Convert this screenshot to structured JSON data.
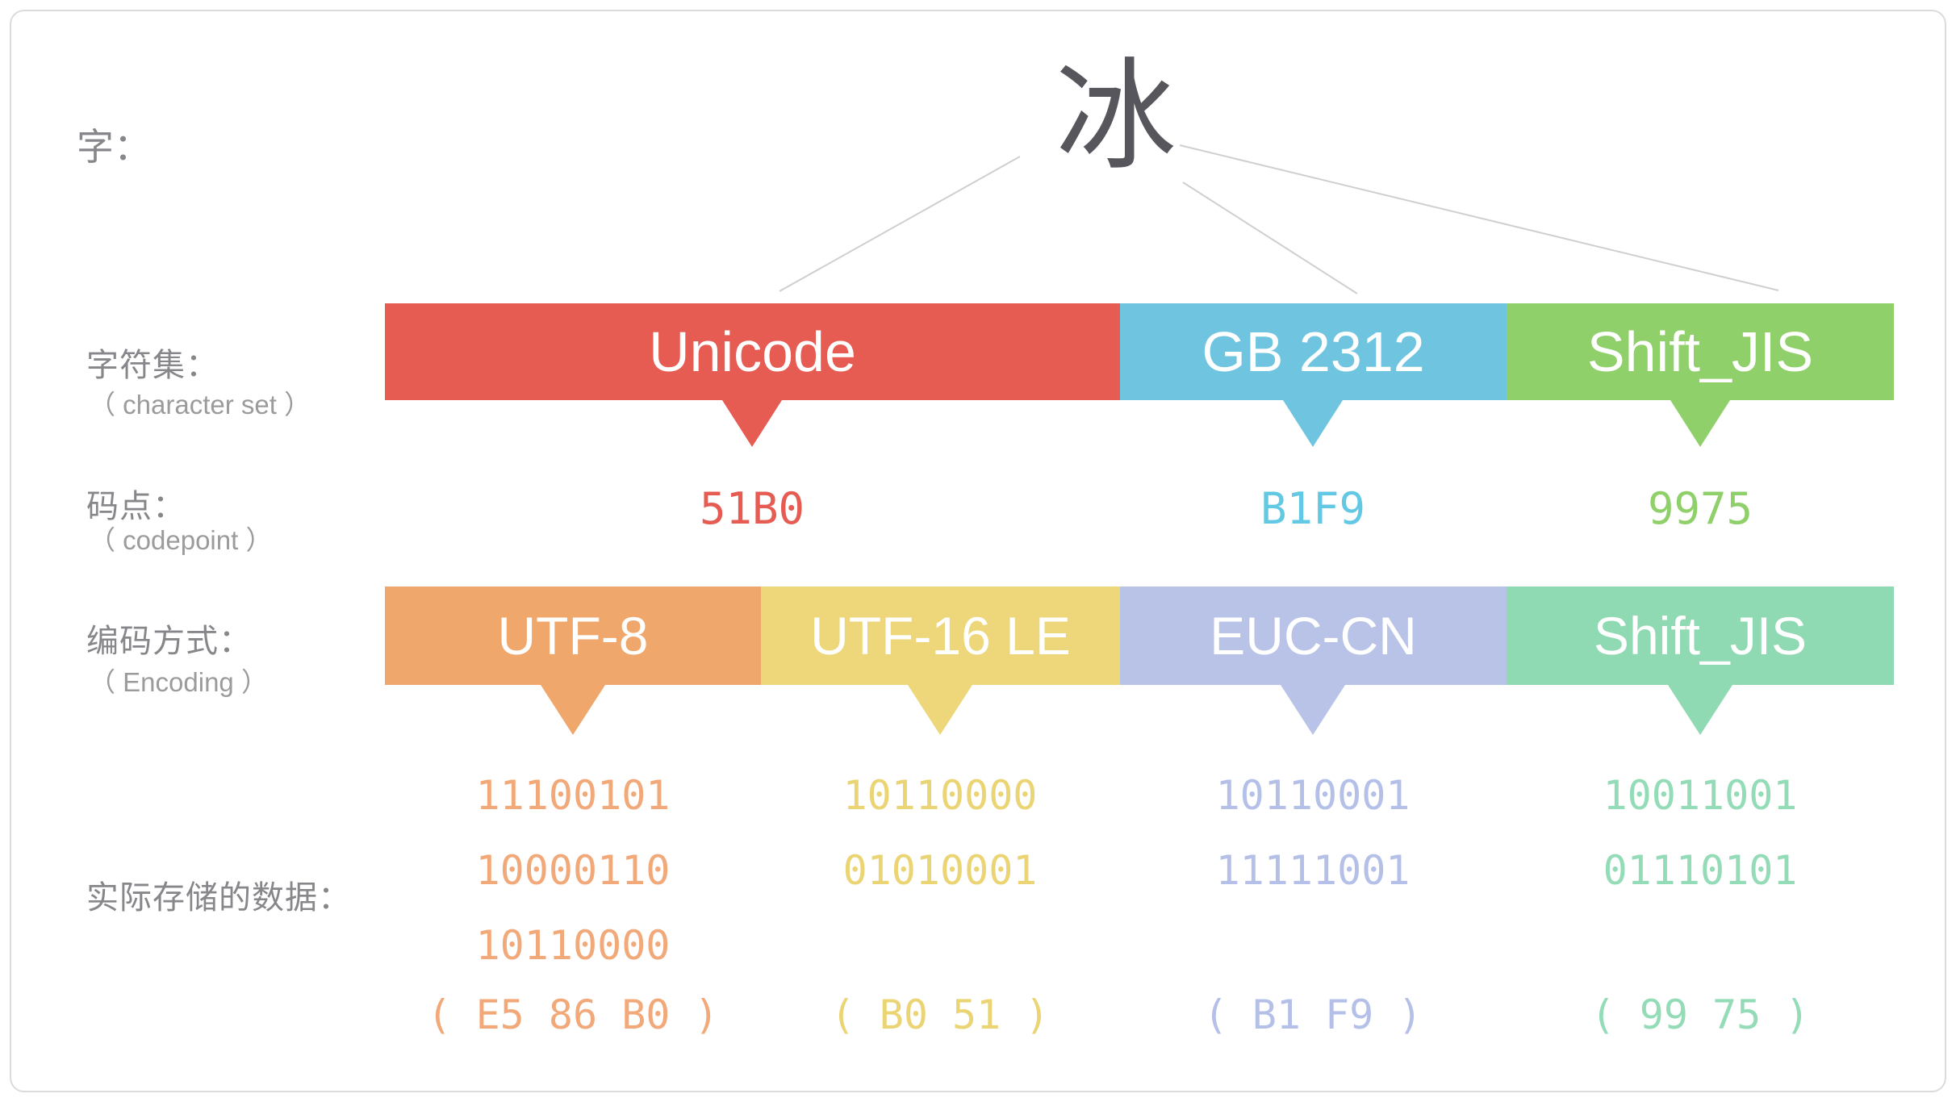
{
  "char_row": {
    "label": "字：",
    "character": "冰"
  },
  "charset_row": {
    "label_zh": "字符集：",
    "label_en": "（ character set ）",
    "bars": [
      {
        "name": "Unicode",
        "color": "#E65B52"
      },
      {
        "name": "GB 2312",
        "color": "#6FC5E0"
      },
      {
        "name": "Shift_JIS",
        "color": "#8FD06A"
      }
    ]
  },
  "codepoint_row": {
    "label_zh": "码点：",
    "label_en": "（ codepoint ）",
    "values": [
      {
        "text": "51B0",
        "color": "#E65B52"
      },
      {
        "text": "B1F9",
        "color": "#62C8E4"
      },
      {
        "text": "9975",
        "color": "#8FD06A"
      }
    ]
  },
  "encoding_row": {
    "label_zh": "编码方式：",
    "label_en": "（ Encoding ）",
    "bars": [
      {
        "name": "UTF-8",
        "color": "#F0A76C"
      },
      {
        "name": "UTF-16 LE",
        "color": "#EDD77A"
      },
      {
        "name": "EUC-CN",
        "color": "#B9C3E7"
      },
      {
        "name": "Shift_JIS",
        "color": "#8FD9B3"
      }
    ]
  },
  "storage_row": {
    "label_zh": "实际存储的数据：",
    "columns": [
      {
        "name": "UTF-8",
        "text_color": "#F2A97A",
        "lines": [
          "11100101",
          "10000110",
          "10110000"
        ],
        "hex": "( E5 86 B0 )"
      },
      {
        "name": "UTF-16 LE",
        "text_color": "#EBD474",
        "lines": [
          "10110000",
          "01010001"
        ],
        "hex": "( B0 51 )"
      },
      {
        "name": "EUC-CN",
        "text_color": "#B5C0E9",
        "lines": [
          "10110001",
          "11111001"
        ],
        "hex": "( B1 F9 )"
      },
      {
        "name": "Shift_JIS",
        "text_color": "#93DCB7",
        "lines": [
          "10011001",
          "01110101"
        ],
        "hex": "( 99 75 )"
      }
    ]
  },
  "colors": {
    "line": "#cfcfcf",
    "card_border": "#dbdbdb",
    "label_gray": "#87868a",
    "sublabel_gray": "#9b9b9b",
    "big_char": "#57565c"
  }
}
